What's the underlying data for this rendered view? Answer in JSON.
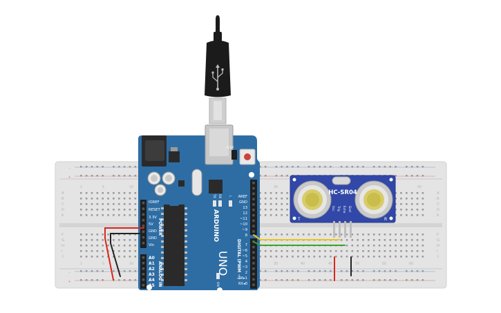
{
  "colors": {
    "breadboard": "#e4e4e4",
    "breadboard_edge": "#d2d2d2",
    "board": "#2e6da4",
    "board_dark": "#23578a",
    "sensor": "#3148a8",
    "wire_red": "#d9261c",
    "wire_black": "#222222",
    "wire_yellow": "#e8c51a",
    "wire_green": "#3aa42a",
    "cable": "#1b1b1b"
  },
  "breadboard": {
    "rows_left": [
      "A",
      "B",
      "C",
      "D",
      "E"
    ],
    "rows_right": [
      "F",
      "G",
      "H",
      "I",
      "J"
    ],
    "column_numbers": [
      "1",
      "5",
      "10",
      "35",
      "40",
      "45",
      "50",
      "55",
      "60"
    ],
    "rail_plus": "+",
    "rail_minus": "−"
  },
  "arduino": {
    "logo": "ARDUINO",
    "model": "UNO",
    "icsp_label": "ICSP",
    "power_section_label": "POWER",
    "analog_section_label": "ANALOG IN",
    "digital_section_label": "DIGITAL (PWM ~)",
    "power_pins": [
      "IOREF",
      "RESET",
      "3.3V",
      "5V",
      "GND",
      "GND",
      "Vin"
    ],
    "analog_pins": [
      "A0",
      "A1",
      "A2",
      "A3",
      "A4",
      "A5"
    ],
    "digital_pins_top": [
      "AREF",
      "GND",
      "13",
      "12",
      "~11",
      "~10",
      "~9",
      "8"
    ],
    "digital_pins_bottom": [
      "7",
      "~6",
      "~5",
      "4",
      "~3",
      "2",
      "TX▸1",
      "RX◂0"
    ],
    "leds": [
      "TX",
      "RX",
      "L"
    ],
    "on_label": "ON"
  },
  "sensor": {
    "name": "HC-SR04",
    "pins": [
      "Vcc",
      "Trig",
      "Echo",
      "Gnd"
    ],
    "left_mark": "T",
    "right_mark": "R"
  }
}
